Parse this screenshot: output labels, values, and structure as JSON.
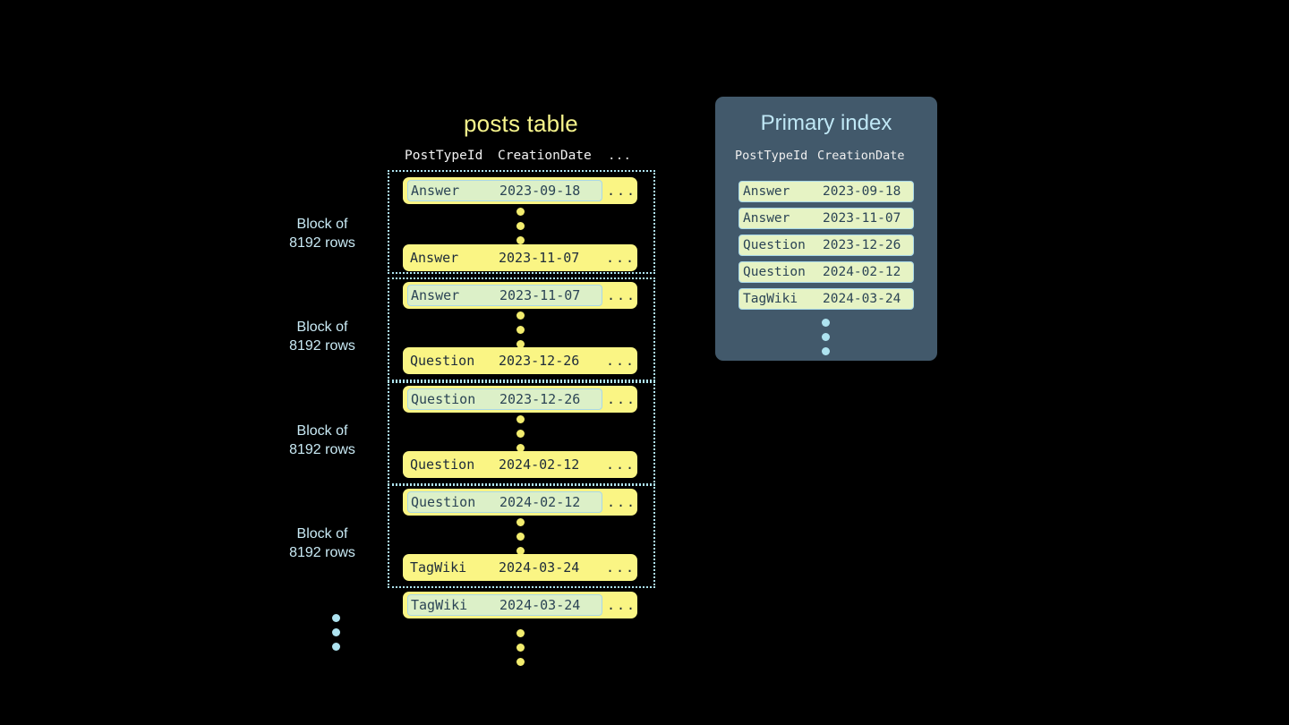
{
  "posts_table": {
    "title": "posts table",
    "columns": [
      "PostTypeId",
      "CreationDate",
      "..."
    ],
    "blocks": [
      {
        "label_line1": "Block of",
        "label_line2": "8192 rows",
        "first_row": {
          "post_type_id": "Answer",
          "creation_date": "2023-09-18",
          "ellipsis": "...",
          "highlighted": true
        },
        "last_row": {
          "post_type_id": "Answer",
          "creation_date": "2023-11-07",
          "ellipsis": "...",
          "highlighted": false
        }
      },
      {
        "label_line1": "Block of",
        "label_line2": "8192 rows",
        "first_row": {
          "post_type_id": "Answer",
          "creation_date": "2023-11-07",
          "ellipsis": "...",
          "highlighted": true
        },
        "last_row": {
          "post_type_id": "Question",
          "creation_date": "2023-12-26",
          "ellipsis": "...",
          "highlighted": false
        }
      },
      {
        "label_line1": "Block of",
        "label_line2": "8192 rows",
        "first_row": {
          "post_type_id": "Question",
          "creation_date": "2023-12-26",
          "ellipsis": "...",
          "highlighted": true
        },
        "last_row": {
          "post_type_id": "Question",
          "creation_date": "2024-02-12",
          "ellipsis": "...",
          "highlighted": false
        }
      },
      {
        "label_line1": "Block of",
        "label_line2": "8192 rows",
        "first_row": {
          "post_type_id": "Question",
          "creation_date": "2024-02-12",
          "ellipsis": "...",
          "highlighted": true
        },
        "last_row": {
          "post_type_id": "TagWiki",
          "creation_date": "2024-03-24",
          "ellipsis": "...",
          "highlighted": false
        }
      }
    ],
    "trailing_row": {
      "post_type_id": "TagWiki",
      "creation_date": "2024-03-24",
      "ellipsis": "...",
      "highlighted": true
    }
  },
  "primary_index": {
    "title": "Primary index",
    "columns": [
      "PostTypeId",
      "CreationDate"
    ],
    "entries": [
      {
        "post_type_id": "Answer",
        "creation_date": "2023-09-18"
      },
      {
        "post_type_id": "Answer",
        "creation_date": "2023-11-07"
      },
      {
        "post_type_id": "Question",
        "creation_date": "2023-12-26"
      },
      {
        "post_type_id": "Question",
        "creation_date": "2024-02-12"
      },
      {
        "post_type_id": "TagWiki",
        "creation_date": "2024-03-24"
      }
    ]
  },
  "colors": {
    "background": "#000000",
    "row_yellow": "#FAF584",
    "highlight_mint": "#DCF0C8",
    "highlight_border": "#A9D8E8",
    "block_border": "#AEE3F0",
    "title_yellow": "#F7F58C",
    "label_blue": "#C9EAF5",
    "panel_slate": "#42596B",
    "index_row": "#E6F3C4",
    "dot_yellow": "#F2EC6E",
    "dot_blue": "#AEE3F0",
    "text_dark": "#1D2B3A"
  }
}
